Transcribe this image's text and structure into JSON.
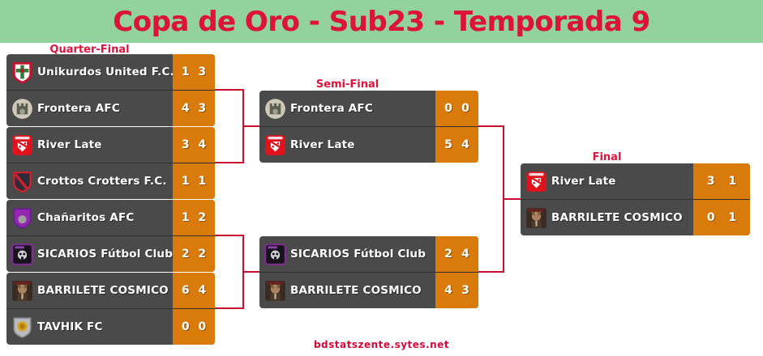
{
  "title": "Copa de Oro - Sub23 - Temporada 9",
  "footer": {
    "watermark": "bdstatszente.sytes.net"
  },
  "colors": {
    "header_bg": "#93d29c",
    "accent_crimson": "#dc143c",
    "match_box_bg": "#4a4a4a",
    "score_column_bg": "#d97b0a",
    "connector_line": "#c8102e",
    "team_text": "#ffffff"
  },
  "rounds": {
    "quarter": {
      "label": "Quarter-Final",
      "matches": [
        {
          "teams": [
            {
              "name": "Unikurdos United F.C.",
              "s1": "1",
              "s2": "3"
            },
            {
              "name": "Frontera AFC",
              "s1": "4",
              "s2": "3"
            }
          ]
        },
        {
          "teams": [
            {
              "name": "River Late",
              "s1": "3",
              "s2": "4"
            },
            {
              "name": "Crottos Crotters F.C.",
              "s1": "1",
              "s2": "1"
            }
          ]
        },
        {
          "teams": [
            {
              "name": "Chañaritos AFC",
              "s1": "1",
              "s2": "2"
            },
            {
              "name": "SICARIOS Fútbol Club",
              "s1": "2",
              "s2": "2"
            }
          ]
        },
        {
          "teams": [
            {
              "name": "BARRILETE COSMICO",
              "s1": "6",
              "s2": "4"
            },
            {
              "name": "TAVHIK FC",
              "s1": "0",
              "s2": "0"
            }
          ]
        }
      ]
    },
    "semi": {
      "label": "Semi-Final",
      "matches": [
        {
          "teams": [
            {
              "name": "Frontera AFC",
              "s1": "0",
              "s2": "0"
            },
            {
              "name": "River Late",
              "s1": "5",
              "s2": "4"
            }
          ]
        },
        {
          "teams": [
            {
              "name": "SICARIOS Fútbol Club",
              "s1": "2",
              "s2": "4"
            },
            {
              "name": "BARRILETE COSMICO",
              "s1": "4",
              "s2": "3"
            }
          ]
        }
      ]
    },
    "final": {
      "label": "Final",
      "matches": [
        {
          "teams": [
            {
              "name": "River Late",
              "s1": "3",
              "s2": "1"
            },
            {
              "name": "BARRILETE COSMICO",
              "s1": "0",
              "s2": "1"
            }
          ]
        }
      ]
    }
  }
}
